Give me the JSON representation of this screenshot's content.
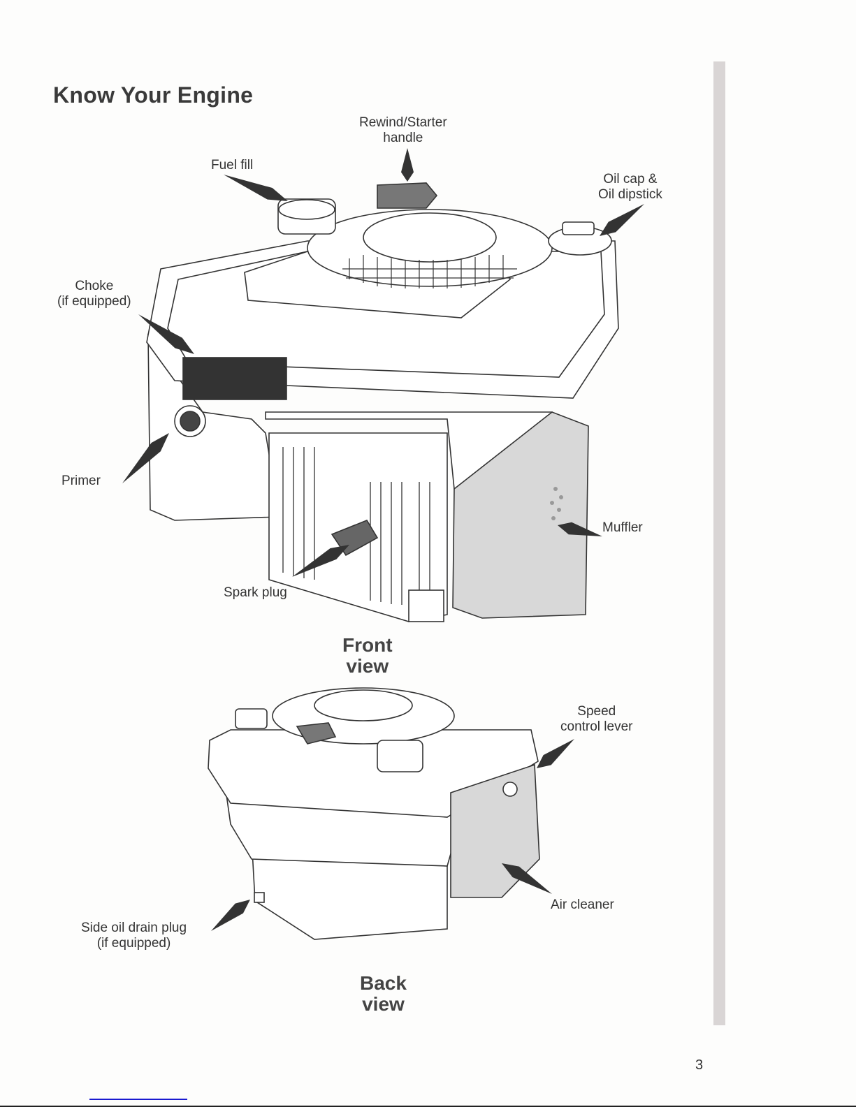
{
  "page": {
    "title": "Know Your Engine",
    "page_number": "3"
  },
  "front_view": {
    "caption_line1": "Front",
    "caption_line2": "view",
    "labels": {
      "rewind_line1": "Rewind/Starter",
      "rewind_line2": "handle",
      "fuel_fill": "Fuel fill",
      "oil_line1": "Oil cap &",
      "oil_line2": "Oil dipstick",
      "choke_line1": "Choke",
      "choke_line2": "(if equipped)",
      "primer": "Primer",
      "muffler": "Muffler",
      "spark_plug": "Spark plug"
    }
  },
  "back_view": {
    "caption_line1": "Back",
    "caption_line2": "view",
    "labels": {
      "speed_line1": "Speed",
      "speed_line2": "control lever",
      "air_cleaner": "Air cleaner",
      "drain_line1": "Side oil drain plug",
      "drain_line2": "(if equipped)"
    }
  },
  "colors": {
    "ink": "#333333",
    "sidebar": "#d9d5d5",
    "muffler_fill": "#d8d8d8",
    "handle_fill": "#777777"
  }
}
